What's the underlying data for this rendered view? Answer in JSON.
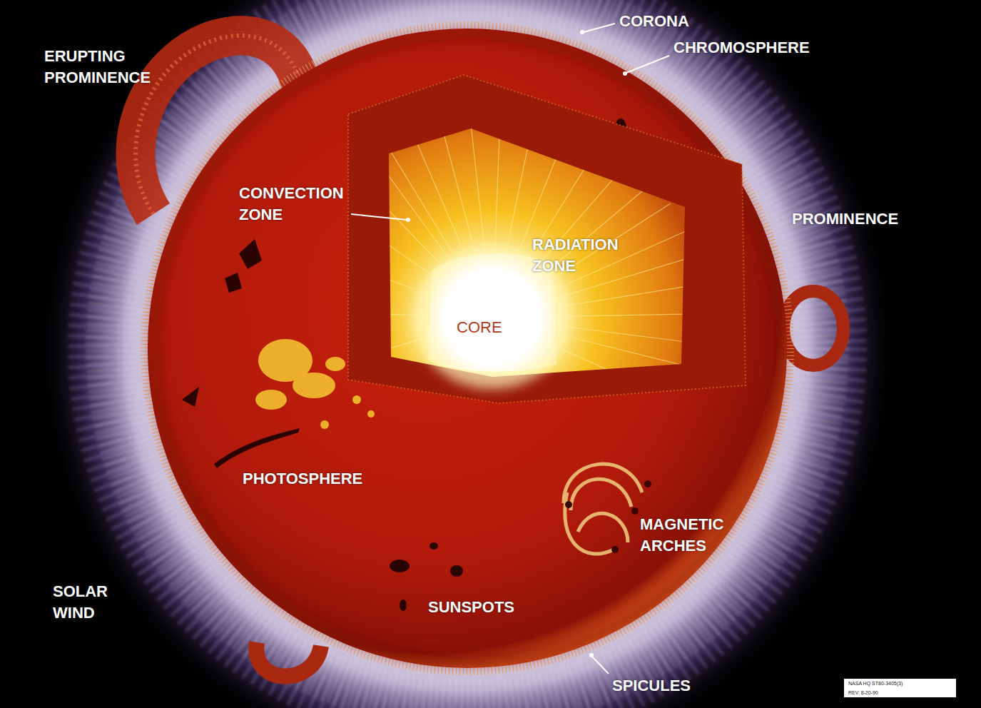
{
  "diagram": {
    "labels": [
      "ERUPTING PROMINENCE",
      "CORONA",
      "CHROMOSPHERE",
      "CONVECTION ZONE",
      "RADIATION ZONE",
      "CORE",
      "PROMINENCE",
      "PHOTOSPHERE",
      "MAGNETIC ARCHES",
      "SOLAR WIND",
      "SUNSPOTS",
      "SPICULES",
      "NASA HQ ST80-3405(3)",
      "REV. 8-20-90"
    ]
  }
}
